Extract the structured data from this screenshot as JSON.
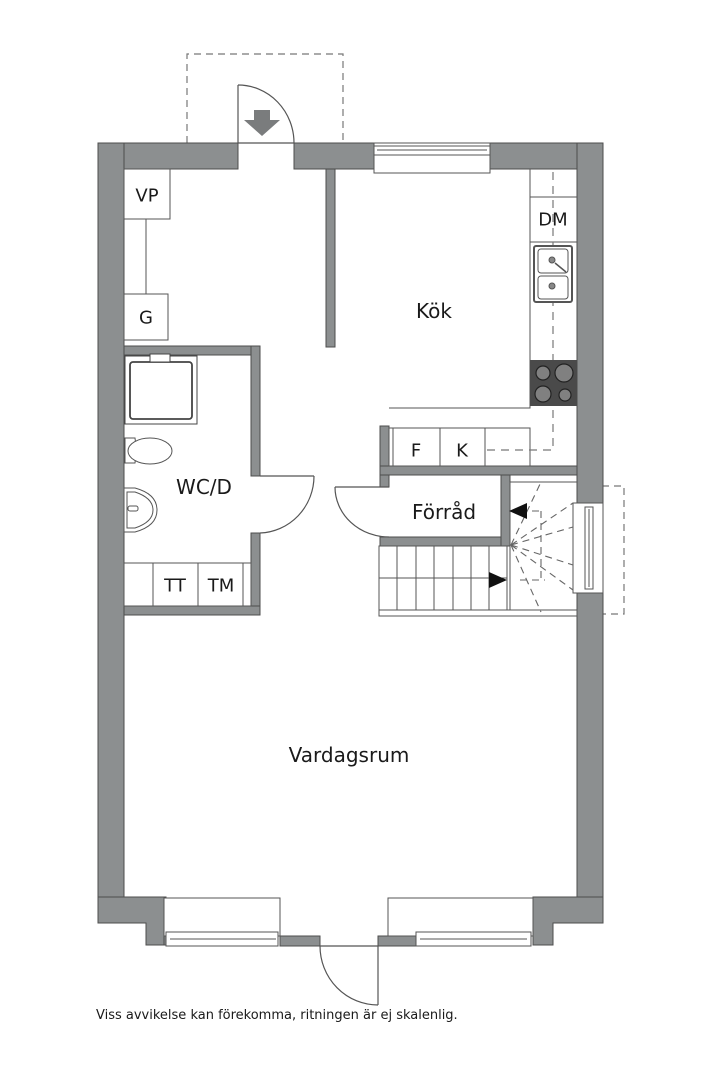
{
  "plan": {
    "colors": {
      "wall": "#8c8f90",
      "wall_stroke": "#4d4d4d",
      "line": "#555555",
      "hob": "#4a4a4a",
      "background": "#ffffff"
    },
    "rooms": [
      {
        "id": "kok",
        "label": "Kök"
      },
      {
        "id": "wcd",
        "label": "WC/D"
      },
      {
        "id": "forrad",
        "label": "Förråd"
      },
      {
        "id": "vardagsrum",
        "label": "Vardagsrum"
      }
    ],
    "fixtures": [
      {
        "id": "vp",
        "label": "VP"
      },
      {
        "id": "g",
        "label": "G"
      },
      {
        "id": "dm",
        "label": "DM"
      },
      {
        "id": "f",
        "label": "F"
      },
      {
        "id": "k",
        "label": "K"
      },
      {
        "id": "tt",
        "label": "TT"
      },
      {
        "id": "tm",
        "label": "TM"
      }
    ],
    "icons": {
      "entrance_arrow": "arrow-down-icon",
      "stair_arrow_up": "arrow-left-icon",
      "stair_arrow_down": "arrow-right-icon"
    }
  },
  "footer": {
    "disclaimer": "Viss avvikelse kan förekomma, ritningen är ej skalenlig."
  }
}
